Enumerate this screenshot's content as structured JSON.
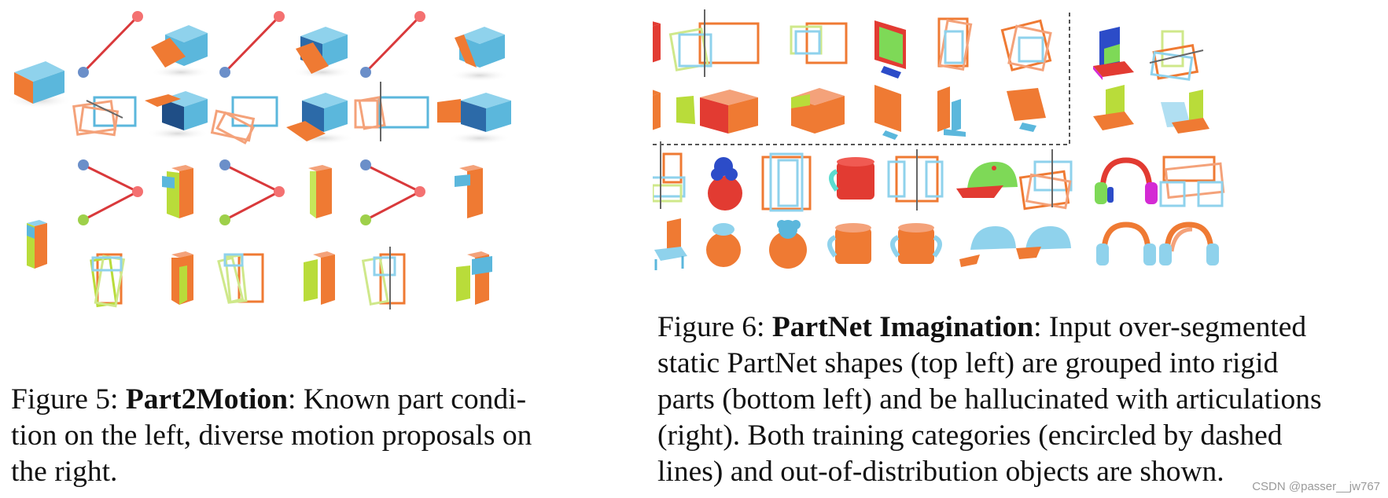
{
  "figure5": {
    "label": "Figure 5:",
    "title": "Part2Motion",
    "lines": [
      ": Known part condi-",
      "tion on the left, diverse motion proposals on",
      "the right."
    ]
  },
  "figure6": {
    "label": "Figure 6:",
    "title": "PartNet Imagination",
    "lines": [
      ": Input over-segmented",
      "static PartNet shapes (top left) are grouped into rigid",
      "parts (bottom left) and be hallucinated with articulations",
      "(right).  Both training categories (encircled by dashed",
      "lines) and out-of-distribution objects are shown."
    ]
  },
  "watermark": "CSDN @passer__jw767",
  "colors": {
    "cyan": "#5bb7dc",
    "orange": "#ef7a33",
    "red": "#e23b32",
    "lime": "#b9dc3a",
    "line_red": "#d9393b",
    "node_pink": "#f47171",
    "node_blue": "#6b8fc9",
    "node_green": "#9ed04a",
    "green_screen": "#7ed957",
    "blue_seat": "#2c4cc8",
    "yellow": "#f2e23b",
    "magenta": "#d42ad4",
    "dashed": "#555555"
  }
}
